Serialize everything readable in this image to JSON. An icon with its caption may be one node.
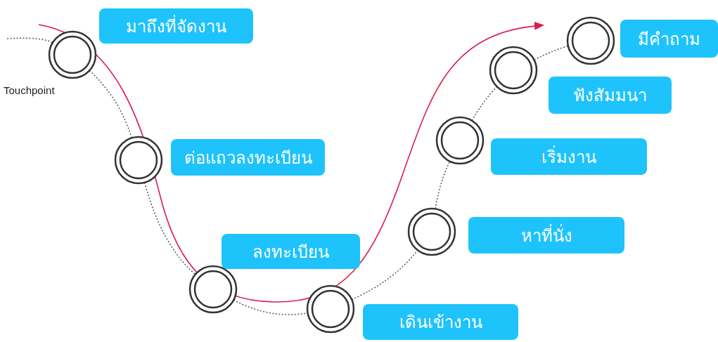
{
  "diagram": {
    "nodes": [
      {
        "text": [],
        "shape": "circle",
        "beside": [
          "Touchpoint"
        ]
      },
      {
        "text": [
          "มาถึงที่จัดงาน"
        ]
      },
      {
        "text": [],
        "shape": "circle"
      },
      {
        "text": [
          "ต่อแถวลงทะเบียน"
        ]
      },
      {
        "text": [],
        "shape": "circle"
      },
      {
        "text": [
          "ลงทะเบียน"
        ]
      },
      {
        "text": [],
        "shape": "circle"
      },
      {
        "text": [
          "เดินเข้างาน"
        ]
      },
      {
        "text": [],
        "shape": "circle"
      },
      {
        "text": [
          "หาที่นั่ง"
        ]
      },
      {
        "text": [],
        "shape": "circle"
      },
      {
        "text": [
          "เริ่มงาน"
        ]
      },
      {
        "text": [],
        "shape": "circle"
      },
      {
        "text": [
          "ฟังสัมมนา"
        ]
      },
      {
        "text": [],
        "shape": "circle"
      },
      {
        "text": [
          "มีคำถาม"
        ]
      }
    ],
    "edges": [
      {
        "from": null,
        "to": 0,
        "arrow": "none",
        "style": "dashed"
      },
      {
        "from": 0,
        "to": 2,
        "arrow": "none",
        "style": "dashed"
      },
      {
        "from": 2,
        "to": 4,
        "arrow": "none",
        "style": "dashed"
      },
      {
        "from": 4,
        "to": 6,
        "arrow": "none",
        "style": "dashed"
      },
      {
        "from": 6,
        "to": 8,
        "arrow": "none",
        "style": "dashed"
      },
      {
        "from": 8,
        "to": 10,
        "arrow": "none",
        "style": "dashed"
      },
      {
        "from": 10,
        "to": 12,
        "arrow": "none",
        "style": "dashed"
      },
      {
        "from": 12,
        "to": 14,
        "arrow": "none",
        "style": "dashed"
      }
    ]
  }
}
